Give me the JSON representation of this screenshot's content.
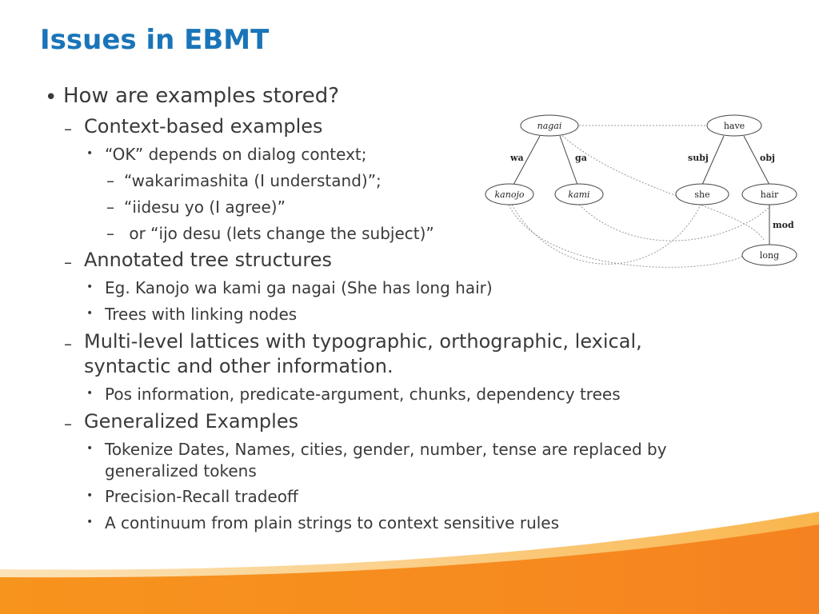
{
  "slide": {
    "title": "Issues in EBMT",
    "bullets": {
      "b1": "How are examples stored?",
      "b1_1": "Context-based examples",
      "b1_1_1": "“OK” depends on dialog context;",
      "b1_1_1_1": "“wakarimashita (I understand)”;",
      "b1_1_1_2": "“iidesu yo (I agree)”",
      "b1_1_1_3": " or “ijo desu (lets change the subject)”",
      "b1_2": "Annotated tree structures",
      "b1_2_1": "Eg. Kanojo wa kami ga nagai (She has long hair)",
      "b1_2_2": "Trees with linking nodes",
      "b1_3_line1": "Multi-level lattices with typographic, orthographic, lexical,",
      "b1_3_line2": "syntactic and other information.",
      "b1_3_1": "Pos information, predicate-argument, chunks, dependency trees",
      "b1_4": "Generalized Examples",
      "b1_4_1_line1": "Tokenize Dates, Names, cities, gender, number, tense are replaced by",
      "b1_4_1_line2": "generalized tokens",
      "b1_4_2": "Precision-Recall tradeoff",
      "b1_4_3": "A continuum from plain strings to context sensitive rules"
    },
    "markers": {
      "bullet": "•",
      "dash": "–"
    }
  },
  "diagram": {
    "nodes": {
      "nagai": "nagai",
      "kanojo": "kanojo",
      "kami": "kami",
      "have": "have",
      "she": "she",
      "hair": "hair",
      "long": "long"
    },
    "edges": {
      "wa": "wa",
      "ga": "ga",
      "subj": "subj",
      "obj": "obj",
      "mod": "mod"
    }
  },
  "colors": {
    "title": "#1a75b8",
    "text": "#3a3a3a",
    "footer_orange": "#f7941d",
    "footer_light": "#fbd08a"
  }
}
